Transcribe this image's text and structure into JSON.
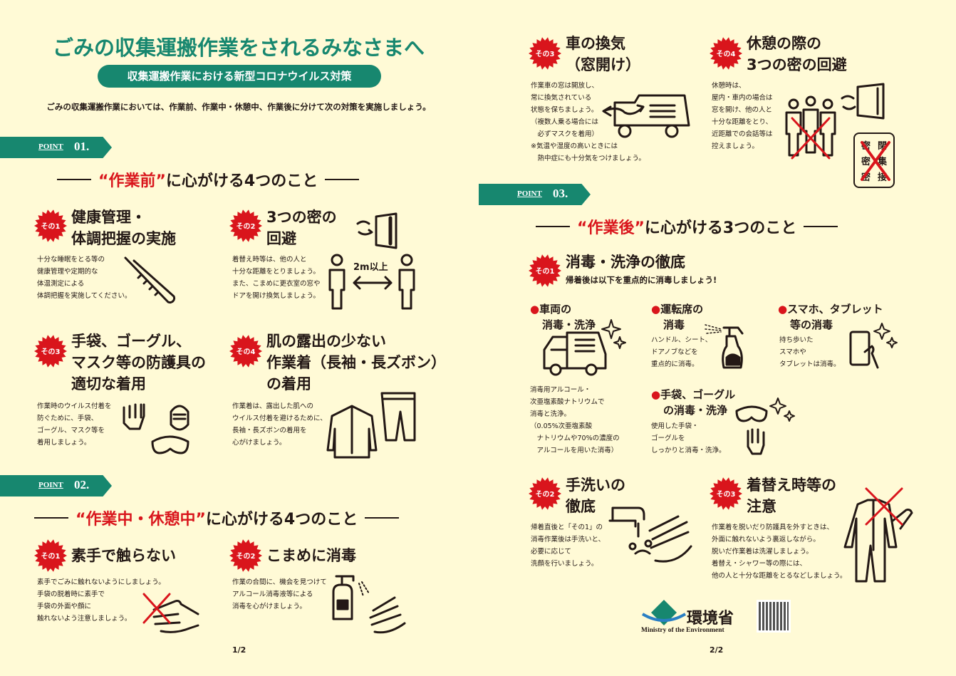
{
  "page1": {
    "title": "ごみの収集運搬作業をされるみなさまへ",
    "subtitle": "収集運搬作業における新型コロナウイルス対策",
    "intro": "ごみの収集運搬作業においては、作業前、作業中・休憩中、作業後に分けて次の対策を実施しましょう。",
    "point1": {
      "label": "POINT",
      "num": "01.",
      "em": "“作業前”",
      "rest": "に心がける4つのこと",
      "items": [
        {
          "badge": "その1",
          "title": [
            "健康管理・",
            "体調把握の実施"
          ],
          "body": [
            "十分な睡眠をとる等の",
            "健康管理や定期的な",
            "体温測定による",
            "体調把握を実施してください。"
          ]
        },
        {
          "badge": "その2",
          "title": [
            "3つの密の",
            "回避"
          ],
          "body": [
            "着替え時等は、他の人と",
            "十分な距離をとりましょう。",
            "また、こまめに更衣室の窓や",
            "ドアを開け換気しましょう。"
          ],
          "distance_label": "2m以上"
        },
        {
          "badge": "その3",
          "title": [
            "手袋、ゴーグル、",
            "マスク等の防護具の",
            "適切な着用"
          ],
          "body": [
            "作業時のウイルス付着を",
            "防ぐために、手袋、",
            "ゴーグル、マスク等を",
            "着用しましょう。"
          ]
        },
        {
          "badge": "その4",
          "title": [
            "肌の露出の少ない",
            "作業着（長袖・長ズボン）",
            "の着用"
          ],
          "body": [
            "作業着は、露出した肌への",
            "ウイルス付着を避けるために、",
            "長袖・長ズボンの着用を",
            "心がけましょう。"
          ]
        }
      ]
    },
    "point2": {
      "label": "POINT",
      "num": "02.",
      "em": "“作業中・休憩中”",
      "rest": "に心がける4つのこと",
      "items": [
        {
          "badge": "その1",
          "title": [
            "素手で触らない"
          ],
          "body": [
            "素手でごみに触れないようにしましょう。",
            "手袋の脱着時に素手で",
            "手袋の外面や顔に",
            "触れないよう注意しましょう。"
          ]
        },
        {
          "badge": "その2",
          "title": [
            "こまめに消毒"
          ],
          "body": [
            "作業の合間に、機会を見つけて",
            "アルコール消毒液等による",
            "消毒を心がけましょう。"
          ]
        }
      ]
    },
    "page_no": "1/2"
  },
  "page2": {
    "items_top": [
      {
        "badge": "その3",
        "title": [
          "車の換気",
          "（窓開け）"
        ],
        "body": [
          "作業車の窓は開放し、",
          "常に換気されている",
          "状態を保ちましょう。",
          "（複数人乗る場合には",
          "　必ずマスクを着用）",
          "※気温や湿度の高いときには",
          "　熱中症にも十分気をつけましょう。"
        ]
      },
      {
        "badge": "その4",
        "title": [
          "休憩の際の",
          "3つの密の回避"
        ],
        "body": [
          "休憩時は、",
          "屋内・車内の場合は",
          "窓を開け、他の人と",
          "十分な距離をとり、",
          "近距離での会話等は",
          "控えましょう。"
        ],
        "bubble": [
          "密",
          "閉",
          "密",
          "集",
          "密",
          "接"
        ]
      }
    ],
    "point3": {
      "label": "POINT",
      "num": "03.",
      "em": "“作業後”",
      "rest": "に心がける3つのこと",
      "item1": {
        "badge": "その1",
        "title": "消毒・洗浄の徹底",
        "subtitle": "帰着後は以下を重点的に消毒しましょう!",
        "bullets": [
          {
            "title": [
              "車両の",
              "消毒・洗浄"
            ],
            "body": [
              "消毒用アルコール・",
              "次亜塩素酸ナトリウムで",
              "消毒と洗浄。",
              "（0.05%次亜塩素酸",
              "　ナトリウムや70%の濃度の",
              "　アルコールを用いた消毒）"
            ]
          },
          {
            "title": [
              "運転席の",
              "消毒"
            ],
            "body": [
              "ハンドル、シート、",
              "ドアノブなどを",
              "重点的に消毒。"
            ]
          },
          {
            "title": [
              "スマホ、タブレット",
              "等の消毒"
            ],
            "body": [
              "持ち歩いた",
              "スマホや",
              "タブレットは消毒。"
            ]
          },
          {
            "title": [
              "手袋、ゴーグル",
              "の消毒・洗浄"
            ],
            "body": [
              "使用した手袋・",
              "ゴーグルを",
              "しっかりと消毒・洗浄。"
            ]
          }
        ]
      },
      "item2": {
        "badge": "その2",
        "title": [
          "手洗いの",
          "徹底"
        ],
        "body": [
          "帰着直後と「その1」の",
          "消毒作業後は手洗いと、",
          "必要に応じて",
          "洗顔を行いましょう。"
        ]
      },
      "item3": {
        "badge": "その3",
        "title": [
          "着替え時等の",
          "注意"
        ],
        "body": [
          "作業着を脱いだり防護具を外すときは、",
          "外面に触れないよう裏返しながら。",
          "脱いだ作業着は洗濯しましょう。",
          "着替え・シャワー等の際には、",
          "他の人と十分な距離をとるなどしましょう。"
        ]
      }
    },
    "logo": {
      "jp": "環境省",
      "en": "Ministry of the Environment"
    },
    "page_no": "2/2"
  },
  "colors": {
    "background": "#fffad6",
    "teal": "#17876f",
    "red": "#d9151c",
    "text": "#231815"
  }
}
